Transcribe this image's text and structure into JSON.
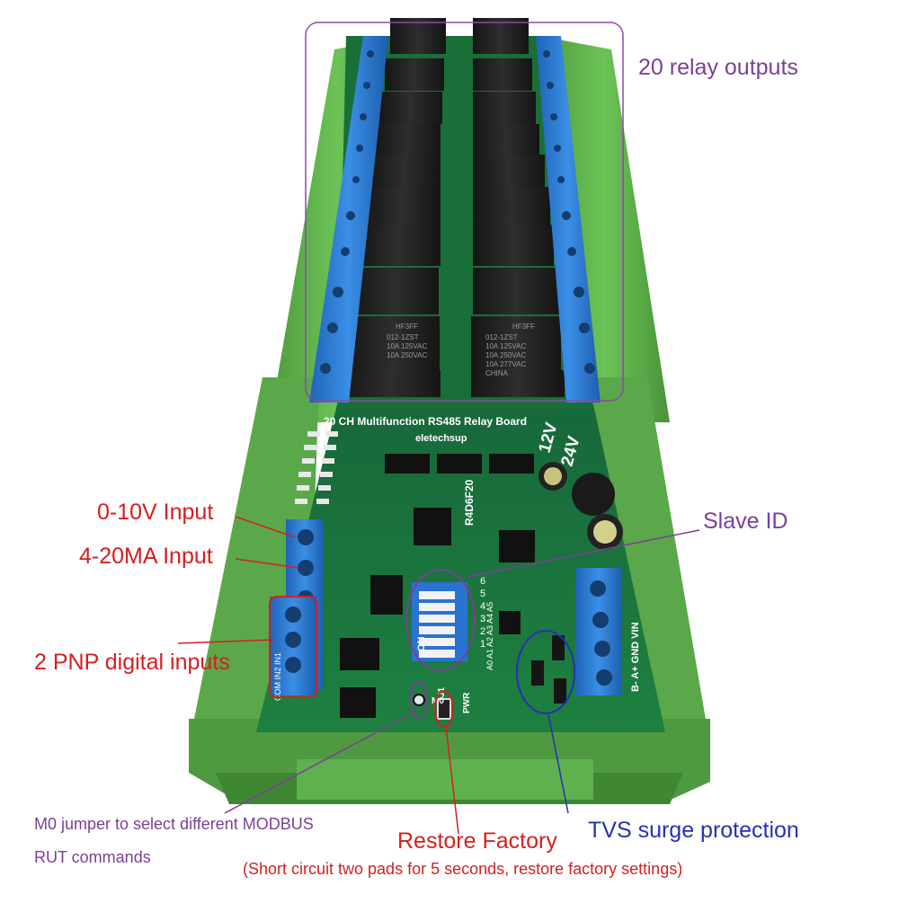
{
  "board": {
    "title": "20 CH Multifunction RS485 Relay Board",
    "brand": "eletechsup",
    "model": "R4D6F20",
    "voltage_12": "12V",
    "voltage_24": "24V",
    "relay_lines": [
      "HF3FF",
      "012-1ZST",
      "10A 125VAC",
      "10A 250VAC",
      "10A 277VAC",
      "CHINA"
    ],
    "dip_on": "ON",
    "dip_numbers": [
      "1",
      "2",
      "3",
      "4",
      "5",
      "6"
    ],
    "dip_addr": "A0 A1 A2 A3 A4 A5",
    "pwr": "PWR",
    "m0": "M0",
    "j1": "J1",
    "power_pins": "B- A+ GND VIN",
    "input_pins": "COM IN2 IN1",
    "colors": {
      "pcb": "#1d7a3c",
      "rail": "#5bb04a",
      "terminal": "#2e7fd6",
      "relay": "#222222"
    }
  },
  "annotations": {
    "relay_outputs": "20 relay outputs",
    "input_0_10v": "0-10V Input",
    "input_4_20ma": "4-20MA Input",
    "pnp_inputs": "2 PNP digital inputs",
    "slave_id": "Slave ID",
    "m0_line1": "M0 jumper to select different MODBUS",
    "m0_line2": "RUT commands",
    "restore_factory": "Restore Factory",
    "restore_note": "(Short circuit two pads for 5 seconds, restore factory settings)",
    "tvs": "TVS surge protection",
    "colors": {
      "purple": "#7b3f98",
      "red": "#d42020",
      "blue": "#2530b8"
    }
  }
}
